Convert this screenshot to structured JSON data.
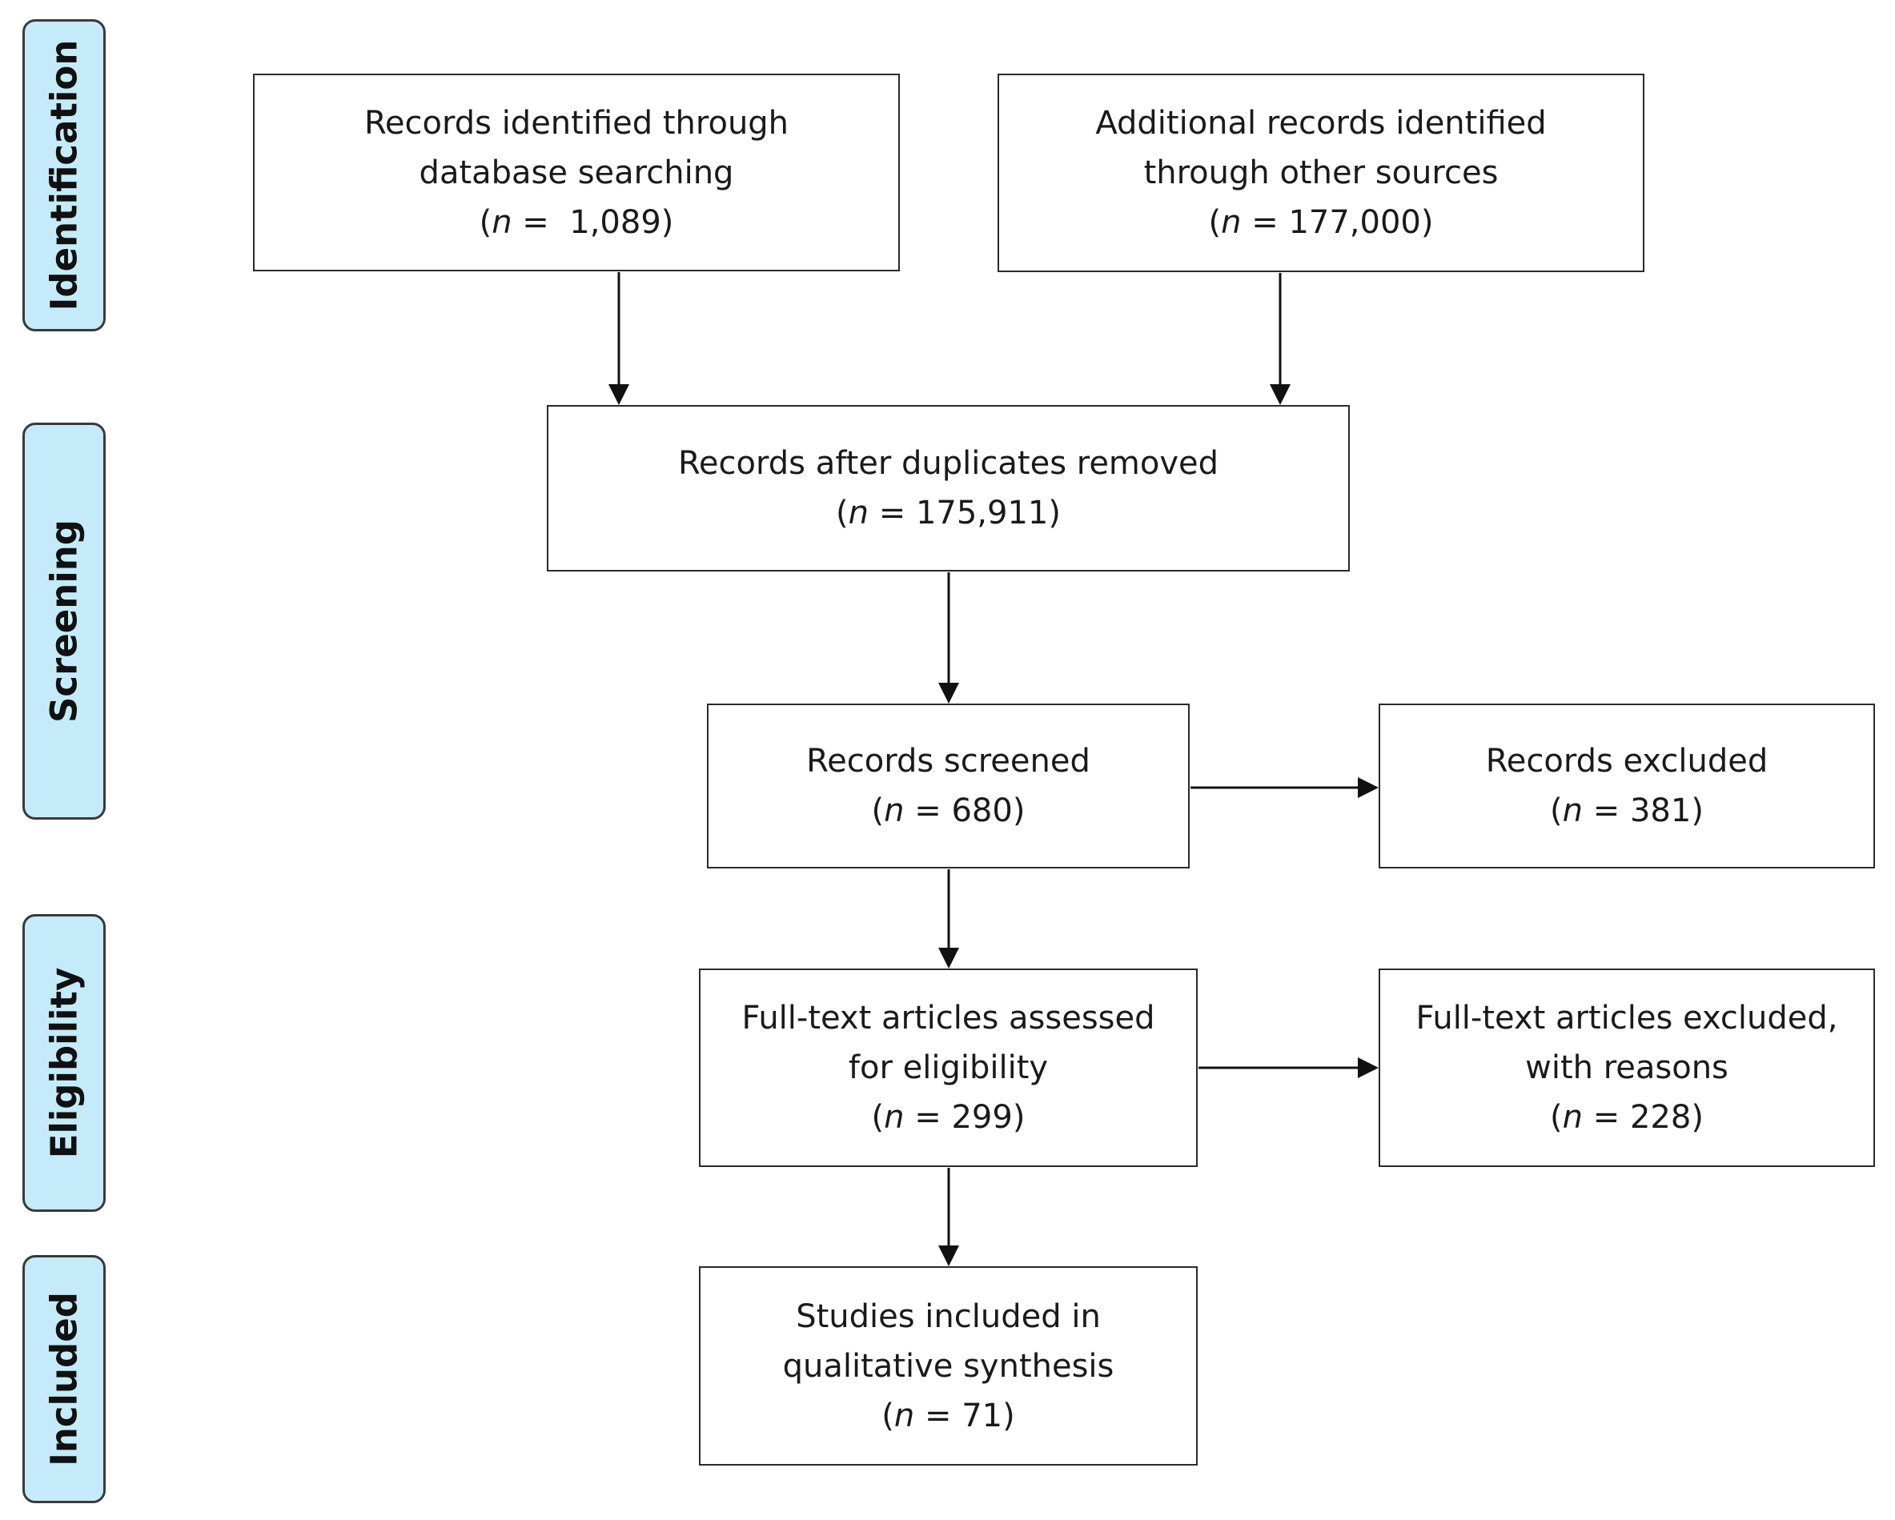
{
  "phases": [
    {
      "id": "identification",
      "label": "Identification"
    },
    {
      "id": "screening",
      "label": "Screening"
    },
    {
      "id": "eligibility",
      "label": "Eligibility"
    },
    {
      "id": "included",
      "label": "Included"
    }
  ],
  "count_prefix": "n",
  "boxes": {
    "database": {
      "lines": [
        "Records identified through",
        "database searching"
      ],
      "count": "1,089"
    },
    "other_sources": {
      "lines": [
        "Additional records identified",
        "through other sources"
      ],
      "count": "177,000"
    },
    "after_duplicates": {
      "lines": [
        "Records after duplicates removed"
      ],
      "count": "175,911"
    },
    "screened": {
      "lines": [
        "Records screened"
      ],
      "count": "680"
    },
    "excluded": {
      "lines": [
        "Records excluded"
      ],
      "count": "381"
    },
    "fulltext_assessed": {
      "lines": [
        "Full-text articles assessed",
        "for eligibility"
      ],
      "count": "299"
    },
    "fulltext_excluded": {
      "lines": [
        "Full-text articles excluded,",
        "with reasons"
      ],
      "count": "228"
    },
    "included_studies": {
      "lines": [
        "Studies included in",
        "qualitative synthesis"
      ],
      "count": "71"
    }
  }
}
